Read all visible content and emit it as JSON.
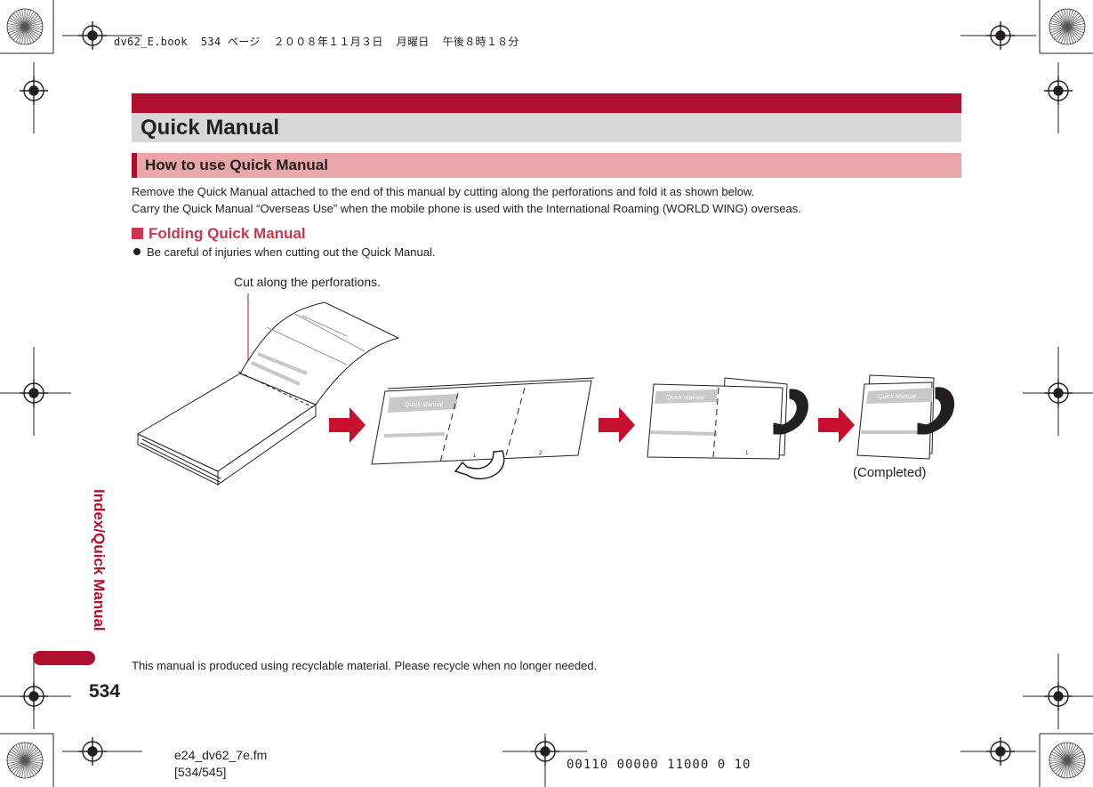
{
  "print_header": "dv62_E.book  534 ページ  ２００８年１１月３日  月曜日  午後８時１８分",
  "title": "Quick Manual",
  "subtitle": "How to use Quick Manual",
  "intro": [
    "Remove the Quick Manual attached to the end of this manual by cutting along the perforations and fold it as shown below.",
    "Carry the Quick Manual “Overseas Use” when the mobile phone is used with the International Roaming (WORLD WING) overseas."
  ],
  "section": {
    "heading": "Folding Quick Manual",
    "bullet": "Be careful of injuries when cutting out the Quick Manual."
  },
  "figure": {
    "cut_label": "Cut along the perforations.",
    "completed_label": "(Completed)",
    "booklet_label": "Quick Manual",
    "fold_numbers": [
      "1",
      "2"
    ]
  },
  "footnote": "This manual is produced using recyclable material. Please recycle when no longer needed.",
  "side_tab": "Index/Quick Manual",
  "page_number": "534",
  "footer": {
    "file": "e24_dv62_7e.fm",
    "pages": "[534/545]",
    "code": "00110 00000 11000 0  10"
  },
  "colors": {
    "accent": "#b01030",
    "subtitle_bar": "#e8a6a8",
    "title_bar": "#d7d7d7",
    "section_heading": "#c8394f"
  }
}
